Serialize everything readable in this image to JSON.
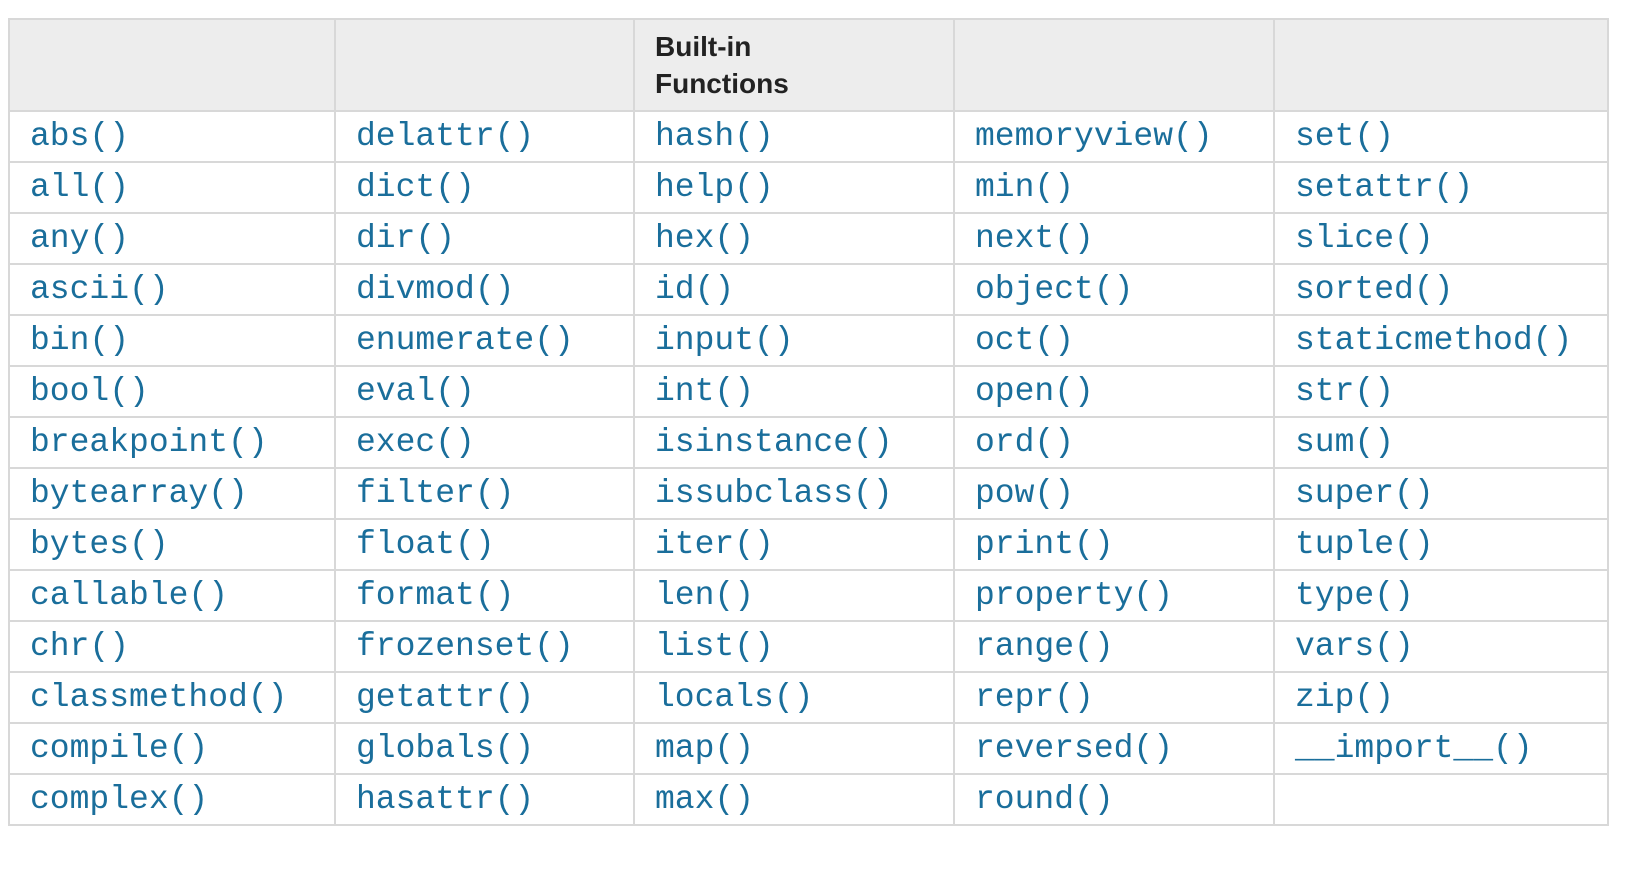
{
  "table": {
    "header_label": "Built-in Functions",
    "header_cells": [
      "",
      "",
      "Built-in Functions",
      "",
      ""
    ],
    "rows": [
      [
        "abs()",
        "delattr()",
        "hash()",
        "memoryview()",
        "set()"
      ],
      [
        "all()",
        "dict()",
        "help()",
        "min()",
        "setattr()"
      ],
      [
        "any()",
        "dir()",
        "hex()",
        "next()",
        "slice()"
      ],
      [
        "ascii()",
        "divmod()",
        "id()",
        "object()",
        "sorted()"
      ],
      [
        "bin()",
        "enumerate()",
        "input()",
        "oct()",
        "staticmethod()"
      ],
      [
        "bool()",
        "eval()",
        "int()",
        "open()",
        "str()"
      ],
      [
        "breakpoint()",
        "exec()",
        "isinstance()",
        "ord()",
        "sum()"
      ],
      [
        "bytearray()",
        "filter()",
        "issubclass()",
        "pow()",
        "super()"
      ],
      [
        "bytes()",
        "float()",
        "iter()",
        "print()",
        "tuple()"
      ],
      [
        "callable()",
        "format()",
        "len()",
        "property()",
        "type()"
      ],
      [
        "chr()",
        "frozenset()",
        "list()",
        "range()",
        "vars()"
      ],
      [
        "classmethod()",
        "getattr()",
        "locals()",
        "repr()",
        "zip()"
      ],
      [
        "compile()",
        "globals()",
        "map()",
        "reversed()",
        "__import__()"
      ],
      [
        "complex()",
        "hasattr()",
        "max()",
        "round()",
        ""
      ]
    ],
    "colors": {
      "link": "#1a6e9b",
      "header_text": "#222222",
      "header_background": "#ededed",
      "border": "#d8d8d8",
      "background": "#ffffff"
    }
  }
}
